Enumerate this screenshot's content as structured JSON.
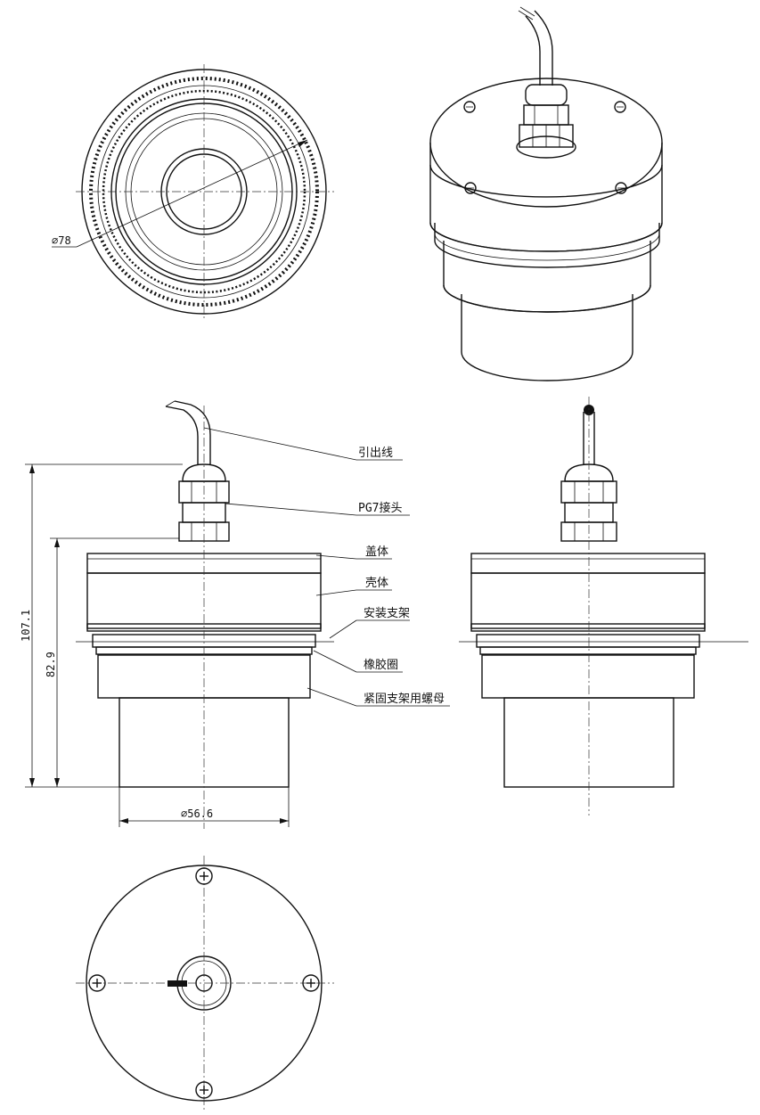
{
  "labels": {
    "lead_wire": "引出线",
    "pg7_connector": "PG7接头",
    "cover": "盖体",
    "shell": "壳体",
    "mounting_bracket": "安装支架",
    "rubber_ring": "橡胶圈",
    "bracket_nut": "紧固支架用螺母"
  },
  "dimensions": {
    "outer_diameter": "⌀78",
    "total_height": "107.1",
    "body_height": "82.9",
    "bottom_diameter": "⌀56.6"
  },
  "colors": {
    "line": "#111111",
    "background": "#ffffff"
  }
}
